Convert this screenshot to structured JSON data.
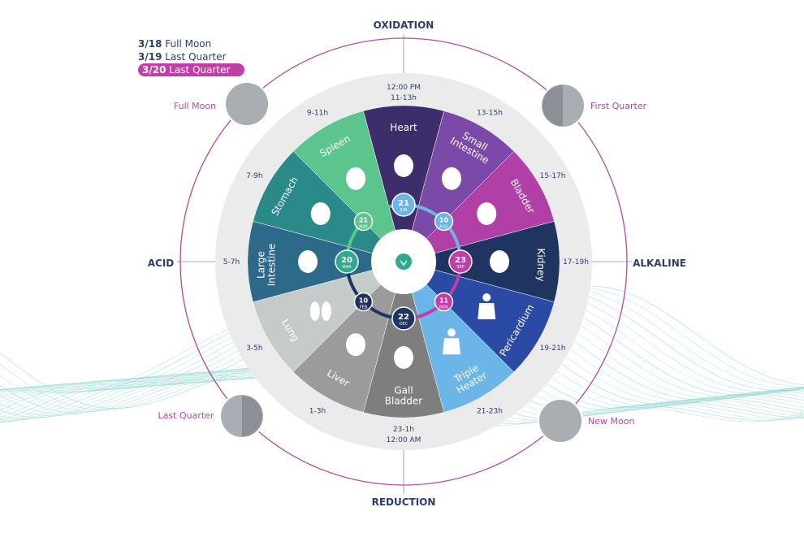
{
  "axes": {
    "top": "OXIDATION",
    "bottom": "REDUCTION",
    "left": "ACID",
    "right": "ALKALINE"
  },
  "legend": [
    {
      "date": "3/18",
      "phase": "Full Moon",
      "active": false
    },
    {
      "date": "3/19",
      "phase": "Last Quarter",
      "active": false
    },
    {
      "date": "3/20",
      "phase": "Last Quarter",
      "active": true
    }
  ],
  "moon_phases": [
    {
      "label": "Full Moon",
      "phase": "full"
    },
    {
      "label": "First Quarter",
      "phase": "first-quarter"
    },
    {
      "label": "Last Quarter",
      "phase": "last-quarter"
    },
    {
      "label": "New Moon",
      "phase": "new"
    }
  ],
  "top_time": {
    "clock": "12:00 PM",
    "range": "11-13h"
  },
  "bottom_time": {
    "range": "23-1h",
    "clock": "12:00 AM"
  },
  "organs": [
    {
      "name": "Heart",
      "lines": [
        "Heart"
      ],
      "time": "11-13h",
      "color": "#3d2e6b",
      "icon": "heart-icon"
    },
    {
      "name": "Small Intestine",
      "lines": [
        "Small",
        "Intestine"
      ],
      "time": "13-15h",
      "color": "#7b4aa8",
      "icon": "small-intestine-icon"
    },
    {
      "name": "Bladder",
      "lines": [
        "Bladder"
      ],
      "time": "15-17h",
      "color": "#b03fa6",
      "icon": "bladder-icon"
    },
    {
      "name": "Kidney",
      "lines": [
        "Kidney"
      ],
      "time": "17-19h",
      "color": "#1f3461",
      "icon": "kidney-icon"
    },
    {
      "name": "Pericardium",
      "lines": [
        "Pericardium"
      ],
      "time": "19-21h",
      "color": "#2a4aa6",
      "icon": "torso-icon"
    },
    {
      "name": "Triple Heater",
      "lines": [
        "Triple",
        "Heater"
      ],
      "time": "21-23h",
      "color": "#6cb5e8",
      "icon": "torso-icon"
    },
    {
      "name": "Gall Bladder",
      "lines": [
        "Gall",
        "Bladder"
      ],
      "time": "23-1h",
      "color": "#7e7e7e",
      "icon": "gallbladder-icon"
    },
    {
      "name": "Liver",
      "lines": [
        "Liver"
      ],
      "time": "1-3h",
      "color": "#9b9b9b",
      "icon": "liver-icon"
    },
    {
      "name": "Lung",
      "lines": [
        "Lung"
      ],
      "time": "3-5h",
      "color": "#c5cbc8",
      "icon": "lung-icon"
    },
    {
      "name": "Large Intestine",
      "lines": [
        "Large",
        "Intestine"
      ],
      "time": "5-7h",
      "color": "#2d6a8a",
      "icon": "large-intestine-icon"
    },
    {
      "name": "Stomach",
      "lines": [
        "Stomach"
      ],
      "time": "7-9h",
      "color": "#2a8a8a",
      "icon": "stomach-icon"
    },
    {
      "name": "Spleen",
      "lines": [
        "Spleen"
      ],
      "time": "9-11h",
      "color": "#5cc58e",
      "icon": "spleen-icon"
    }
  ],
  "seasons": [
    {
      "day": "21",
      "month": "JUN",
      "color": "#6cb5e8"
    },
    {
      "day": "10",
      "month": "AUG",
      "color": "#6cb5e8"
    },
    {
      "day": "23",
      "month": "SEP",
      "color": "#c13ea8"
    },
    {
      "day": "11",
      "month": "NOV",
      "color": "#c13ea8"
    },
    {
      "day": "22",
      "month": "DEC",
      "color": "#1f3461"
    },
    {
      "day": "10",
      "month": "FEB",
      "color": "#1f3461"
    },
    {
      "day": "20",
      "month": "MAR",
      "color": "#2faa8f"
    },
    {
      "day": "21",
      "month": "MAY",
      "color": "#5cc58e"
    }
  ],
  "colors": {
    "orbit": "#b04aa5",
    "outer_ring": "#ebebeb",
    "axis_text": "#2c3e6b",
    "label_pink": "#b04aa5",
    "moon": "#a9aeb3",
    "moon_dark": "#8a9096",
    "center_icon": "#2faa8f"
  }
}
